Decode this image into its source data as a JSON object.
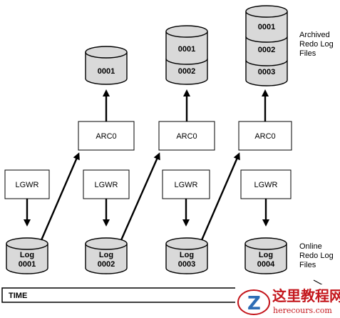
{
  "archived_label": [
    "Archived",
    "Redo Log",
    "Files"
  ],
  "online_label": [
    "Online",
    "Redo Log",
    "Files"
  ],
  "time_label": "TIME",
  "process_labels": {
    "lgwr": "LGWR",
    "arc": "ARC0"
  },
  "online_logs": [
    [
      "Log",
      "0001"
    ],
    [
      "Log",
      "0002"
    ],
    [
      "Log",
      "0003"
    ],
    [
      "Log",
      "0004"
    ]
  ],
  "archived_stacks": [
    [
      "0001"
    ],
    [
      "0001",
      "0002"
    ],
    [
      "0001",
      "0002",
      "0003"
    ]
  ],
  "watermark": {
    "main": "这里教程网",
    "sub": "herecours.com",
    "logo_letter": "Z"
  },
  "colors": {
    "cylinder_fill": "#d9d9d9",
    "line": "#000000",
    "watermark": "#c4161c",
    "logo_blue": "#2e6db5"
  }
}
